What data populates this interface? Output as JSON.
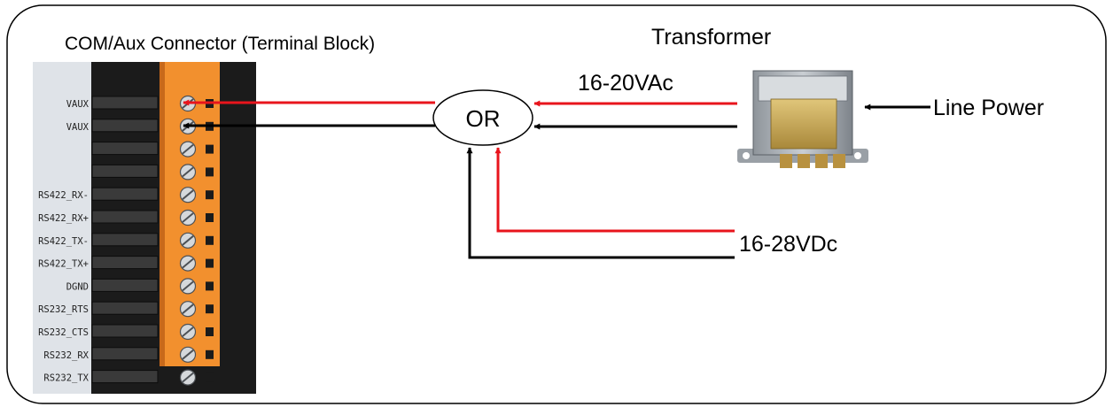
{
  "connector_title": "COM/Aux Connector (Terminal Block)",
  "transformer_title": "Transformer",
  "or_label": "OR",
  "ac_label": "16-20VAc",
  "dc_label": "16-28VDc",
  "line_power_label": "Line Power",
  "pin_labels": [
    "VAUX",
    "VAUX",
    "",
    "",
    "RS422_RX-",
    "RS422_RX+",
    "RS422_TX-",
    "RS422_TX+",
    "DGND",
    "RS232_RTS",
    "RS232_CTS",
    "RS232_RX",
    "RS232_TX"
  ],
  "colors": {
    "positive_wire": "#e8141c",
    "negative_wire": "#000000",
    "terminal": "#f2902e",
    "frame": "#000000"
  }
}
